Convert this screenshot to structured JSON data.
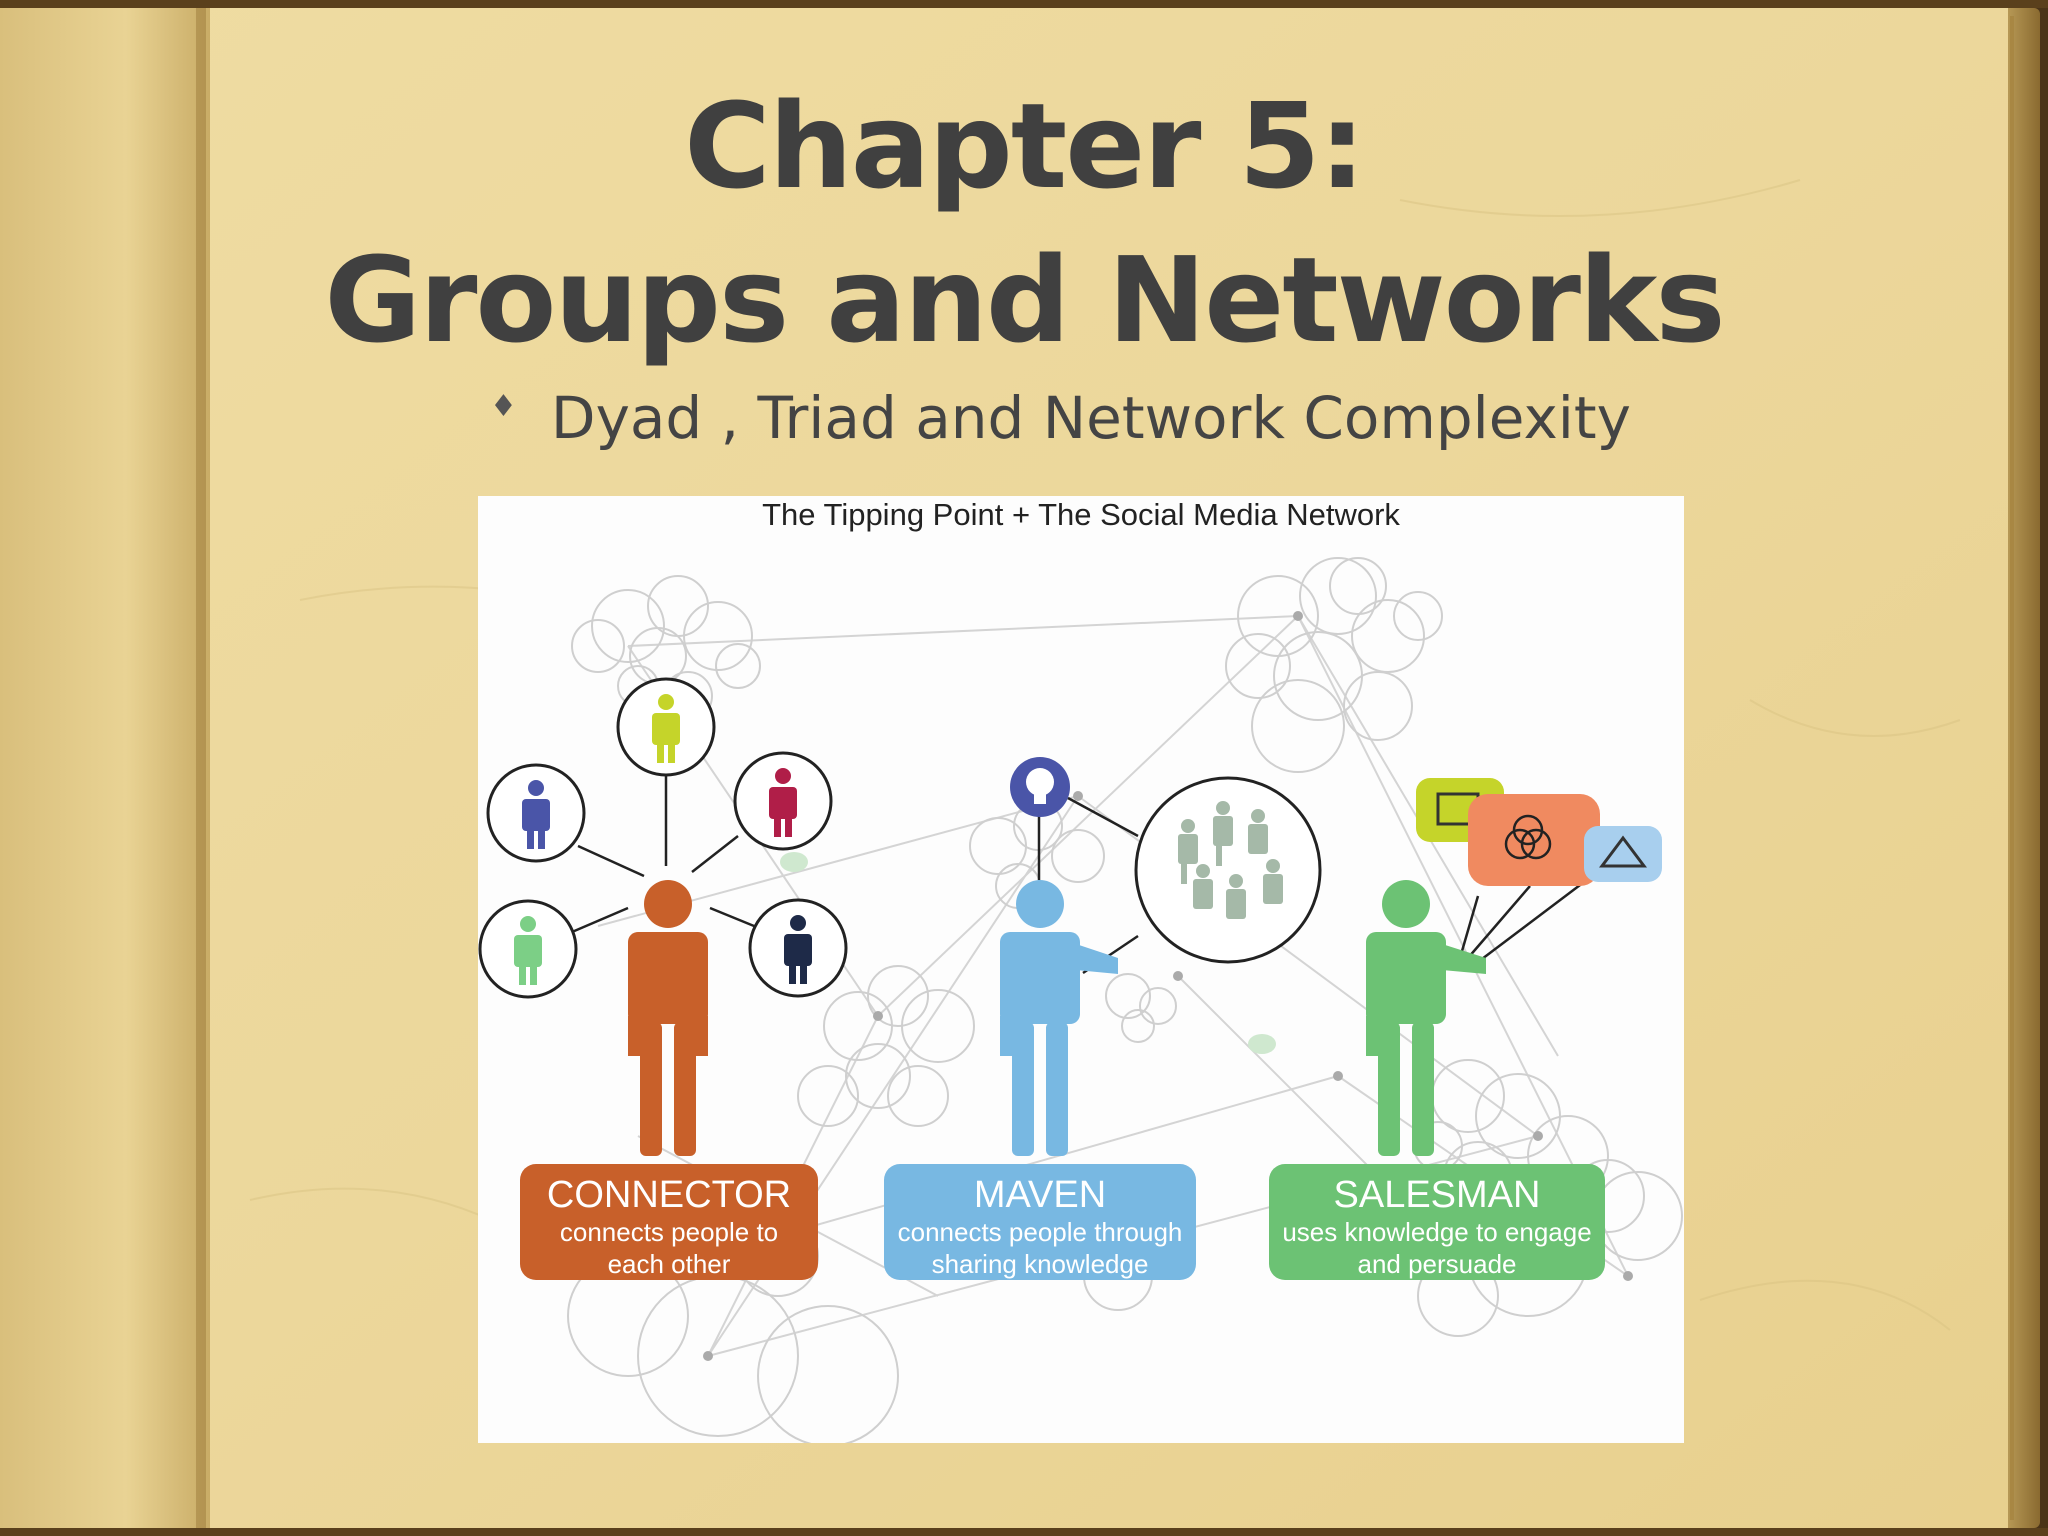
{
  "slide": {
    "title_line1": "Chapter 5:",
    "title_line2": "Groups and Networks",
    "bullet_glyph": "♦",
    "bullet_text": "Dyad , Triad and Network Complexity"
  },
  "figure": {
    "title": "The Tipping Point + The Social Media Network",
    "roles": [
      {
        "name": "CONNECTOR",
        "desc_line1": "connects people to",
        "desc_line2": "each other",
        "color": "#c8602a"
      },
      {
        "name": "MAVEN",
        "desc_line1": "connects people through",
        "desc_line2": "sharing knowledge",
        "color": "#78b8e2"
      },
      {
        "name": "SALESMAN",
        "desc_line1": "uses knowledge to engage",
        "desc_line2": "and persuade",
        "color": "#6cc274"
      }
    ],
    "icons": [
      "lightbulb-icon",
      "square-icon",
      "venn-circles-icon",
      "triangle-icon"
    ]
  },
  "colors": {
    "page": "#ecd9a0",
    "title_text": "#404040",
    "connector": "#c8602a",
    "maven": "#78b8e2",
    "salesman": "#6cc274",
    "purple": "#4a55a8",
    "yellow_green": "#c5d42a",
    "crimson": "#b01e48",
    "light_green": "#7ccf86",
    "navy": "#1e2a48"
  }
}
